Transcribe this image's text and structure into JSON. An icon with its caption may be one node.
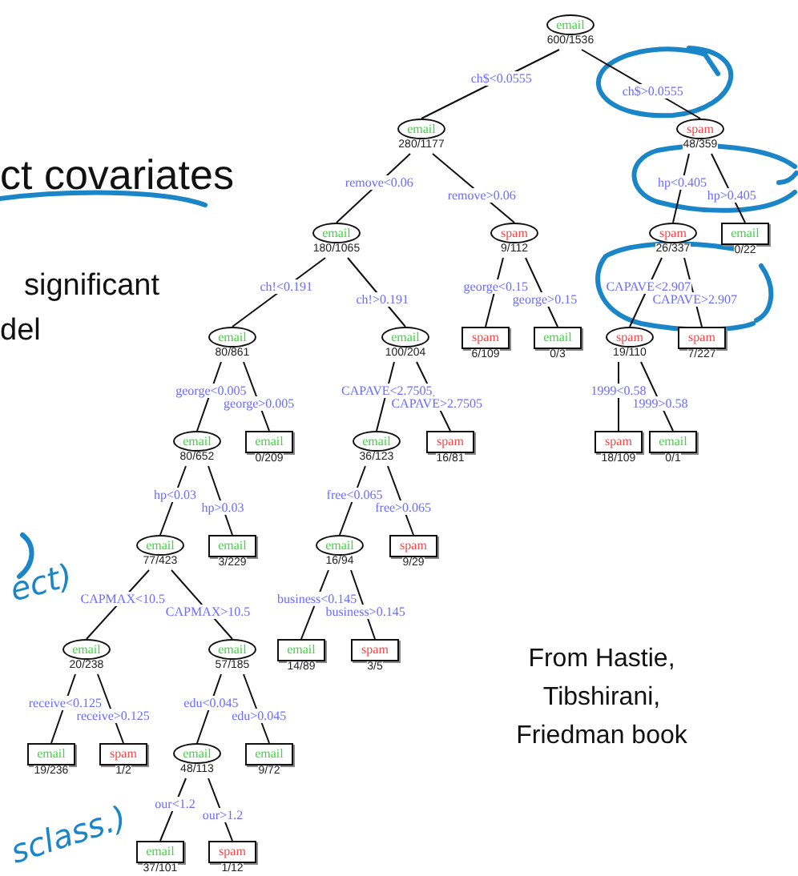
{
  "diagram": {
    "nodes": [
      {
        "text": [
          "email",
          "600/1536"
        ]
      },
      {
        "text": [
          "email",
          "280/1177"
        ]
      },
      {
        "text": [
          "spam",
          "48/359"
        ]
      },
      {
        "text": [
          "email",
          "180/1065"
        ]
      },
      {
        "text": [
          "spam",
          "9/112"
        ]
      },
      {
        "text": [
          "spam",
          "26/337"
        ]
      },
      {
        "text": [
          "email",
          "0/22"
        ]
      },
      {
        "text": [
          "email",
          "80/861"
        ]
      },
      {
        "text": [
          "email",
          "100/204"
        ]
      },
      {
        "text": [
          "spam",
          "6/109"
        ]
      },
      {
        "text": [
          "email",
          "0/3"
        ]
      },
      {
        "text": [
          "spam",
          "19/110"
        ]
      },
      {
        "text": [
          "spam",
          "7/227"
        ]
      },
      {
        "text": [
          "email",
          "80/652"
        ]
      },
      {
        "text": [
          "email",
          "0/209"
        ]
      },
      {
        "text": [
          "email",
          "36/123"
        ]
      },
      {
        "text": [
          "spam",
          "16/81"
        ]
      },
      {
        "text": [
          "spam",
          "18/109"
        ]
      },
      {
        "text": [
          "email",
          "0/1"
        ]
      },
      {
        "text": [
          "email",
          "77/423"
        ]
      },
      {
        "text": [
          "email",
          "3/229"
        ]
      },
      {
        "text": [
          "email",
          "16/94"
        ]
      },
      {
        "text": [
          "spam",
          "9/29"
        ]
      },
      {
        "text": [
          "email",
          "20/238"
        ]
      },
      {
        "text": [
          "email",
          "57/185"
        ]
      },
      {
        "text": [
          "email",
          "14/89"
        ]
      },
      {
        "text": [
          "spam",
          "3/5"
        ]
      },
      {
        "text": [
          "email",
          "19/236"
        ]
      },
      {
        "text": [
          "spam",
          "1/2"
        ]
      },
      {
        "text": [
          "email",
          "48/113"
        ]
      },
      {
        "text": [
          "email",
          "9/72"
        ]
      },
      {
        "text": [
          "email",
          "37/101"
        ]
      },
      {
        "text": [
          "spam",
          "1/12"
        ]
      }
    ],
    "edges": [
      {
        "from": 0,
        "to": 1,
        "arrow": "none",
        "label": "ch$<0.0555"
      },
      {
        "from": 0,
        "to": 2,
        "arrow": "none",
        "label": "ch$>0.0555"
      },
      {
        "from": 1,
        "to": 3,
        "arrow": "none",
        "label": "remove<0.06"
      },
      {
        "from": 1,
        "to": 4,
        "arrow": "none",
        "label": "remove>0.06"
      },
      {
        "from": 2,
        "to": 5,
        "arrow": "none",
        "label": "hp<0.405"
      },
      {
        "from": 2,
        "to": 6,
        "arrow": "none",
        "label": "hp>0.405"
      },
      {
        "from": 3,
        "to": 7,
        "arrow": "none",
        "label": "ch!<0.191"
      },
      {
        "from": 3,
        "to": 8,
        "arrow": "none",
        "label": "ch!>0.191"
      },
      {
        "from": 4,
        "to": 9,
        "arrow": "none",
        "label": "george<0.15"
      },
      {
        "from": 4,
        "to": 10,
        "arrow": "none",
        "label": "george>0.15"
      },
      {
        "from": 5,
        "to": 11,
        "arrow": "none",
        "label": "CAPAVE<2.907"
      },
      {
        "from": 5,
        "to": 12,
        "arrow": "none",
        "label": "CAPAVE>2.907"
      },
      {
        "from": 7,
        "to": 13,
        "arrow": "none",
        "label": "george<0.005"
      },
      {
        "from": 7,
        "to": 14,
        "arrow": "none",
        "label": "george>0.005"
      },
      {
        "from": 8,
        "to": 15,
        "arrow": "none",
        "label": "CAPAVE<2.7505"
      },
      {
        "from": 8,
        "to": 16,
        "arrow": "none",
        "label": "CAPAVE>2.7505"
      },
      {
        "from": 11,
        "to": 17,
        "arrow": "none",
        "label": "1999<0.58"
      },
      {
        "from": 11,
        "to": 18,
        "arrow": "none",
        "label": "1999>0.58"
      },
      {
        "from": 13,
        "to": 19,
        "arrow": "none",
        "label": "hp<0.03"
      },
      {
        "from": 13,
        "to": 20,
        "arrow": "none",
        "label": "hp>0.03"
      },
      {
        "from": 15,
        "to": 21,
        "arrow": "none",
        "label": "free<0.065"
      },
      {
        "from": 15,
        "to": 22,
        "arrow": "none",
        "label": "free>0.065"
      },
      {
        "from": 19,
        "to": 23,
        "arrow": "none",
        "label": "CAPMAX<10.5"
      },
      {
        "from": 19,
        "to": 24,
        "arrow": "none",
        "label": "CAPMAX>10.5"
      },
      {
        "from": 21,
        "to": 25,
        "arrow": "none",
        "label": "business<0.145"
      },
      {
        "from": 21,
        "to": 26,
        "arrow": "none",
        "label": "business>0.145"
      },
      {
        "from": 23,
        "to": 27,
        "arrow": "none",
        "label": "receive<0.125"
      },
      {
        "from": 23,
        "to": 28,
        "arrow": "none",
        "label": "receive>0.125"
      },
      {
        "from": 24,
        "to": 29,
        "arrow": "none",
        "label": "edu<0.045"
      },
      {
        "from": 24,
        "to": 30,
        "arrow": "none",
        "label": "edu>0.045"
      },
      {
        "from": 29,
        "to": 31,
        "arrow": "none",
        "label": "our<1.2"
      },
      {
        "from": 29,
        "to": 32,
        "arrow": "none",
        "label": "our>1.2"
      }
    ],
    "labels": [
      "ct covariates",
      "significant",
      "del",
      "ect)",
      "sclass.)",
      "From Hastie, Tibshirani, Friedman book"
    ]
  }
}
